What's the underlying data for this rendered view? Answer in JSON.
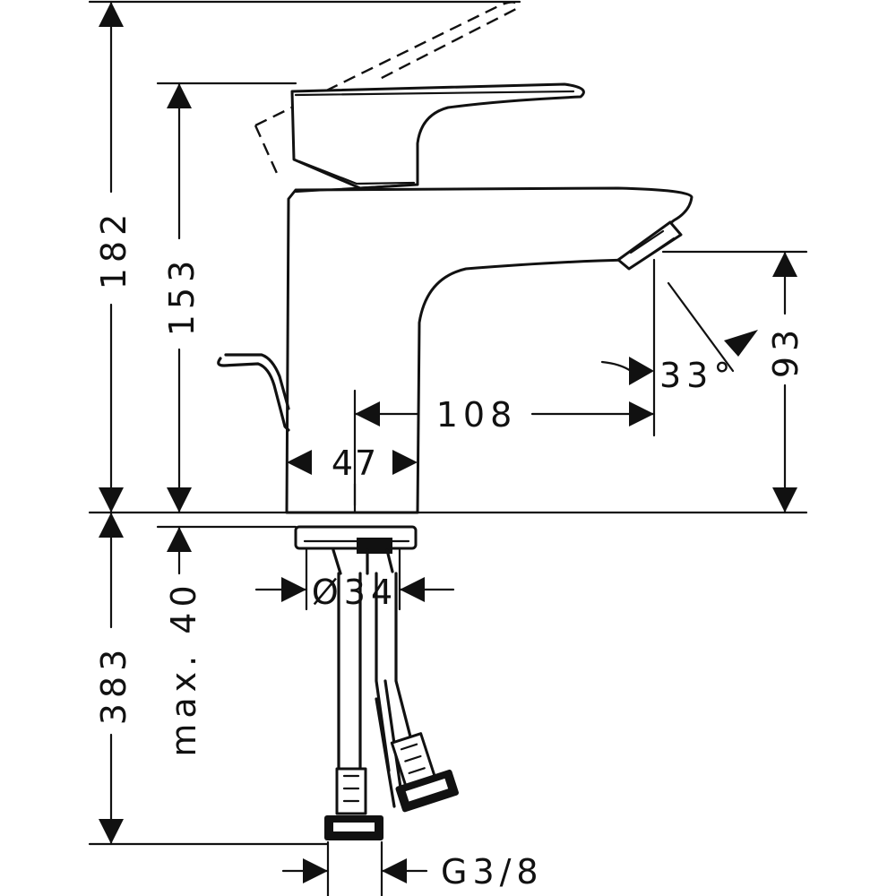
{
  "drawing": {
    "dimensions": {
      "total_height": "182",
      "handle_height": "153",
      "spout_height": "93",
      "spout_reach": "108",
      "body_width": "47",
      "spout_angle": "33°",
      "base_diameter": "Ø34",
      "max_thickness": "max. 40",
      "hose_length": "383",
      "connection_thread": "G3/8"
    }
  }
}
